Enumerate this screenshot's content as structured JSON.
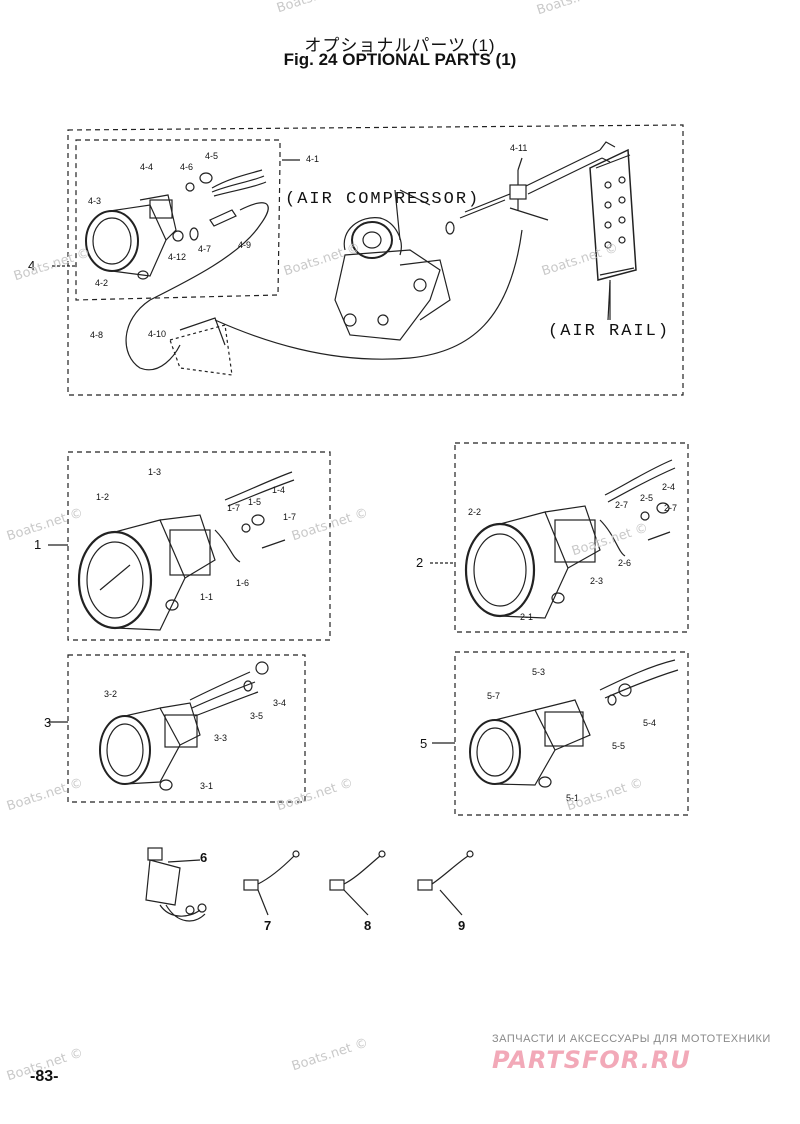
{
  "header": {
    "title_jp": "オプショナルパーツ (1)",
    "title_en": "Fig. 24   OPTIONAL PARTS (1)"
  },
  "diagram": {
    "assembly_labels": {
      "air_compressor": "(AIR COMPRESSOR)",
      "air_rail": "(AIR RAIL)"
    },
    "group_4": {
      "main": "4",
      "callouts": [
        "4-1",
        "4-2",
        "4-3",
        "4-4",
        "4-5",
        "4-6",
        "4-7",
        "4-8",
        "4-9",
        "4-10",
        "4-11",
        "4-12"
      ]
    },
    "group_1": {
      "main": "1",
      "callouts": [
        "1-1",
        "1-2",
        "1-3",
        "1-4",
        "1-5",
        "1-6",
        "1-7",
        "1-7"
      ]
    },
    "group_2": {
      "main": "2",
      "callouts": [
        "2-1",
        "2-2",
        "2-3",
        "2-4",
        "2-5",
        "2-6",
        "2-7",
        "2-7"
      ]
    },
    "group_3": {
      "main": "3",
      "callouts": [
        "3-1",
        "3-2",
        "3-3",
        "3-4",
        "3-5"
      ]
    },
    "group_5": {
      "main": "5",
      "callouts": [
        "5-1",
        "5-3",
        "5-4",
        "5-5",
        "5-7"
      ]
    },
    "singles": [
      "6",
      "7",
      "8",
      "9"
    ]
  },
  "watermark": "Boats.net ©",
  "footer": {
    "page_number": "-83-",
    "shop_text": "ЗАПЧАСТИ И АКСЕССУАРЫ ДЛЯ МОТОТЕХНИКИ",
    "brand": "PARTSFOR.RU"
  }
}
